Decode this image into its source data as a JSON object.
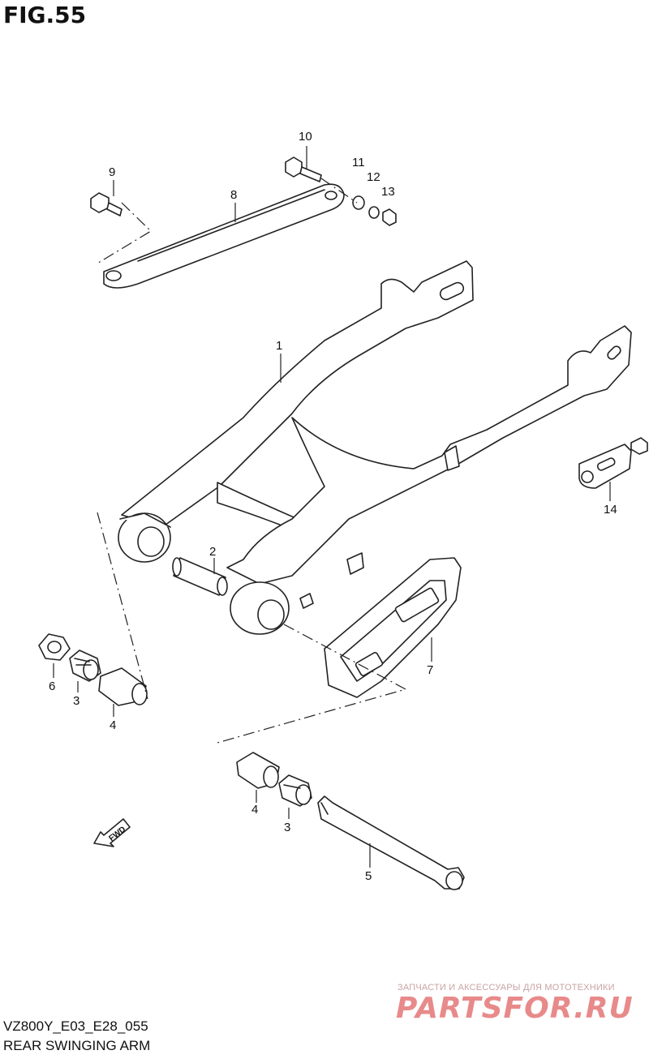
{
  "figure": {
    "title": "FIG.55"
  },
  "callouts": [
    {
      "id": "1",
      "label": "1"
    },
    {
      "id": "2",
      "label": "2"
    },
    {
      "id": "3a",
      "label": "3"
    },
    {
      "id": "4a",
      "label": "4"
    },
    {
      "id": "3b",
      "label": "3"
    },
    {
      "id": "4b",
      "label": "4"
    },
    {
      "id": "5",
      "label": "5"
    },
    {
      "id": "6",
      "label": "6"
    },
    {
      "id": "7",
      "label": "7"
    },
    {
      "id": "8",
      "label": "8"
    },
    {
      "id": "9",
      "label": "9"
    },
    {
      "id": "10",
      "label": "10"
    },
    {
      "id": "11",
      "label": "11"
    },
    {
      "id": "12",
      "label": "12"
    },
    {
      "id": "13",
      "label": "13"
    },
    {
      "id": "14",
      "label": "14"
    }
  ],
  "fwd_label": "FWD",
  "footer": {
    "code": "VZ800Y_E03_E28_055",
    "title": "REAR SWINGING ARM"
  },
  "watermark": {
    "tagline": "ЗАПЧАСТИ И АКСЕССУАРЫ ДЛЯ МОТОТЕХНИКИ",
    "logo": "PARTSFOR.RU"
  }
}
